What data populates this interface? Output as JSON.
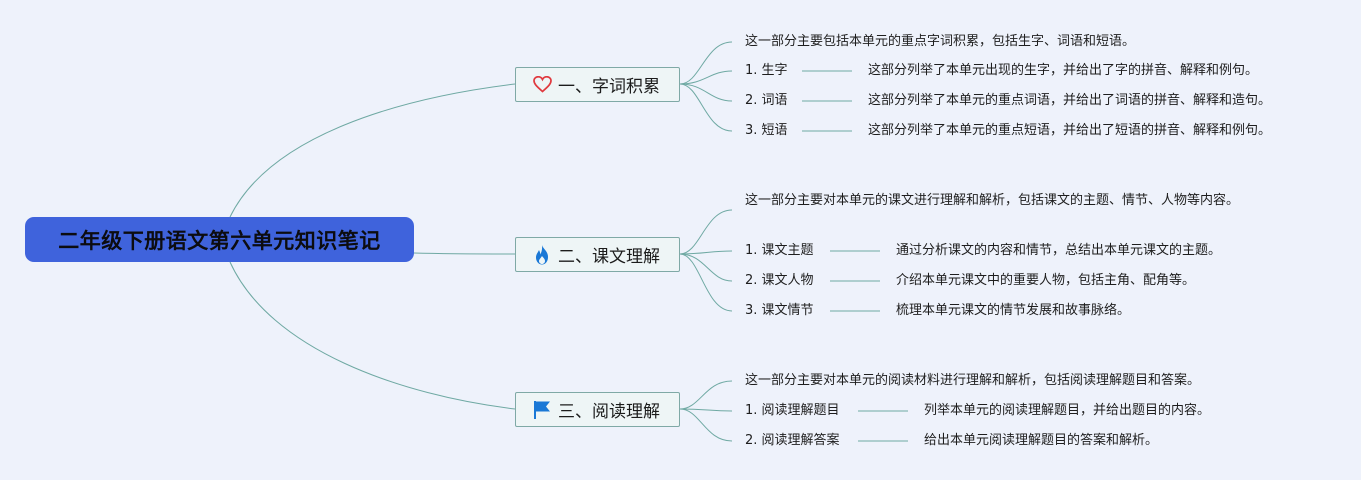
{
  "root": {
    "title": "二年级下册语文第六单元知识笔记"
  },
  "colors": {
    "root_bg": "#3f63dc",
    "branch_border": "#7fa9a6",
    "link": "#6fa9a3",
    "page_bg": "#eef2fb"
  },
  "branches": [
    {
      "label": "一、字词积累",
      "icon": "heart-icon",
      "summary": "这一部分主要包括本单元的重点字词积累，包括生字、词语和短语。",
      "items": [
        {
          "label": "1. 生字",
          "detail": "这部分列举了本单元出现的生字，并给出了字的拼音、解释和例句。"
        },
        {
          "label": "2. 词语",
          "detail": "这部分列举了本单元的重点词语，并给出了词语的拼音、解释和造句。"
        },
        {
          "label": "3. 短语",
          "detail": "这部分列举了本单元的重点短语，并给出了短语的拼音、解释和例句。"
        }
      ]
    },
    {
      "label": "二、课文理解",
      "icon": "flame-icon",
      "summary": "这一部分主要对本单元的课文进行理解和解析，包括课文的主题、情节、人物等内容。",
      "items": [
        {
          "label": "1. 课文主题",
          "detail": "通过分析课文的内容和情节，总结出本单元课文的主题。"
        },
        {
          "label": "2. 课文人物",
          "detail": "介绍本单元课文中的重要人物，包括主角、配角等。"
        },
        {
          "label": "3. 课文情节",
          "detail": "梳理本单元课文的情节发展和故事脉络。"
        }
      ]
    },
    {
      "label": "三、阅读理解",
      "icon": "flag-icon",
      "summary": "这一部分主要对本单元的阅读材料进行理解和解析，包括阅读理解题目和答案。",
      "items": [
        {
          "label": "1. 阅读理解题目",
          "detail": "列举本单元的阅读理解题目，并给出题目的内容。"
        },
        {
          "label": "2. 阅读理解答案",
          "detail": "给出本单元阅读理解题目的答案和解析。"
        }
      ]
    }
  ]
}
